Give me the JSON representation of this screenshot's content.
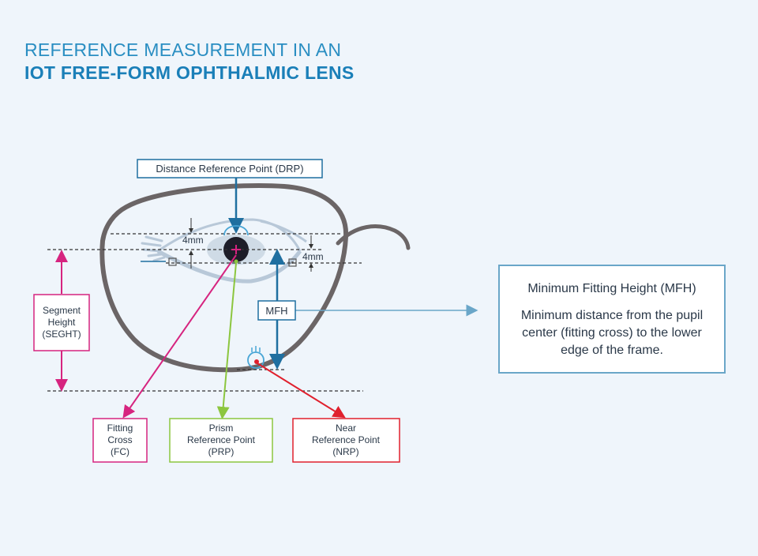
{
  "header": {
    "title_line1": "REFERENCE MEASUREMENT IN AN",
    "title_line2": "IOT FREE-FORM OPHTHALMIC LENS"
  },
  "labels": {
    "drp": "Distance Reference Point (DRP)",
    "mm_left": "4mm",
    "mm_right": "4mm",
    "mfh": "MFH",
    "segment_height": [
      "Segment",
      "Height",
      "(SEGHT)"
    ],
    "fitting_cross": [
      "Fitting",
      "Cross",
      "(FC)"
    ],
    "prism_ref": [
      "Prism",
      "Reference Point",
      "(PRP)"
    ],
    "near_ref": [
      "Near",
      "Reference Point",
      "(NRP)"
    ]
  },
  "mfh_panel": {
    "title": "Minimum Fitting Height (MFH)",
    "description": "Minimum distance from the pupil center (fitting cross) to the lower edge of the frame."
  },
  "colors": {
    "title": "#2a8ec2",
    "frame": "#6b6566",
    "blue": "#1f6fa0",
    "magenta": "#d6247f",
    "green": "#8cc63f",
    "red": "#e0202d",
    "light_blue": "#6aa6c8"
  }
}
